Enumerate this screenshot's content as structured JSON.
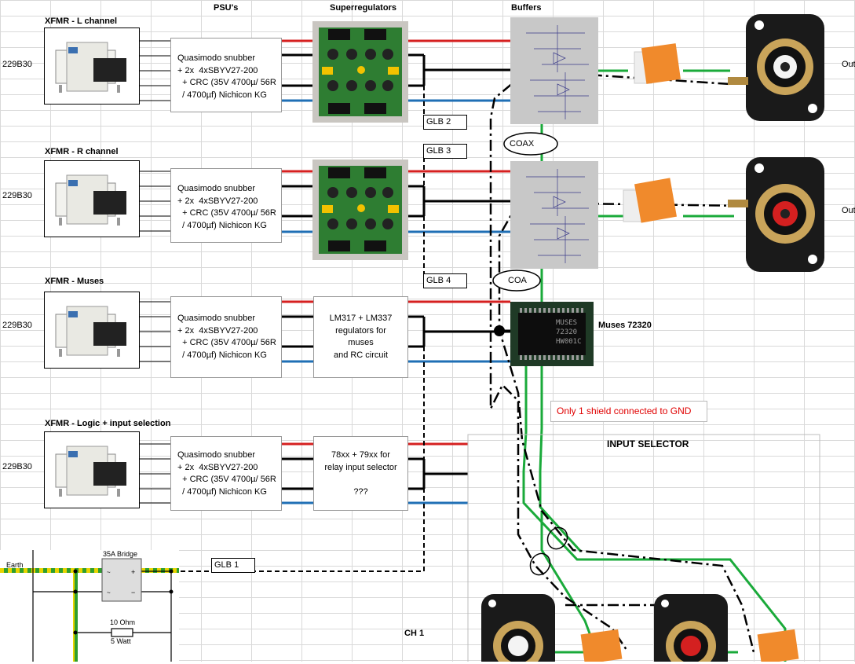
{
  "headers": {
    "psu": "PSU's",
    "superregulators": "Superregulators",
    "buffers": "Buffers"
  },
  "channels": [
    {
      "title": "XFMR - L channel",
      "transformer": "229B30",
      "psu": "Quasimodo snubber\n+ 2x  4xSBYV27-200\n  + CRC (35V 4700µ/ 56R\n  / 4700µf) Nichicon KG",
      "regulator": ""
    },
    {
      "title": "XFMR - R channel",
      "transformer": "229B30",
      "psu": "Quasimodo snubber\n+ 2x  4xSBYV27-200\n  + CRC (35V 4700µ/ 56R\n  / 4700µf) Nichicon KG",
      "regulator": ""
    },
    {
      "title": "XFMR - Muses",
      "transformer": "229B30",
      "psu": "Quasimodo snubber\n+ 2x  4xSBYV27-200\n  + CRC (35V 4700µ/ 56R\n  / 4700µf) Nichicon KG",
      "regulator": "LM317 + LM337\nregulators for\nmuses\nand RC circuit"
    },
    {
      "title": "XFMR - Logic + input selection",
      "transformer": "229B30",
      "psu": "Quasimodo snubber\n+ 2x  4xSBYV27-200\n  + CRC (35V 4700µ/ 56R\n  / 4700µf) Nichicon KG",
      "regulator": "78xx + 79xx for\nrelay input selector\n\n???"
    }
  ],
  "glb_labels": [
    "GLB 2",
    "GLB 3",
    "GLB 4",
    "GLB 1"
  ],
  "coax_labels": [
    "COAX",
    "COA"
  ],
  "muses_label": "Muses 72320",
  "muses_chip": [
    "MUSES",
    "72320",
    "HW001C"
  ],
  "outputs": [
    "Out",
    "Out"
  ],
  "shield_note": "Only 1 shield connected to GND",
  "input_selector": "INPUT SELECTOR",
  "ch1": "CH 1",
  "bridge": {
    "earth": "Earth",
    "bridge_label": "35A Bridge",
    "resistor_value": "10 Ohm",
    "resistor_power": "5 Watt"
  },
  "colors": {
    "positive": "#d62020",
    "negative": "#1f6fb5",
    "ground": "#000000",
    "signal": "#1aaa3a",
    "note_text": "#e00000",
    "relay": "#f08a2c",
    "pcb": "#2e7d32"
  }
}
